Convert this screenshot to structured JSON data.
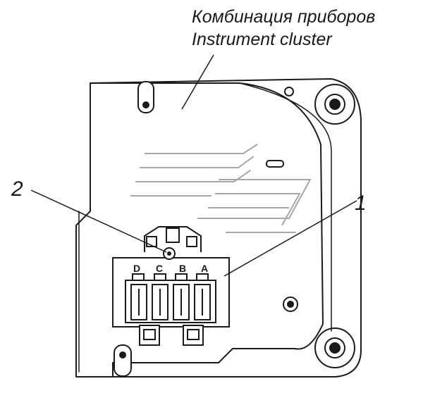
{
  "title": {
    "line_ru": "Комбинация приборов",
    "line_en": "Instrument cluster"
  },
  "callouts": {
    "one": "1",
    "two": "2"
  },
  "connector_pins": {
    "d": "D",
    "c": "C",
    "b": "B",
    "a": "A"
  }
}
